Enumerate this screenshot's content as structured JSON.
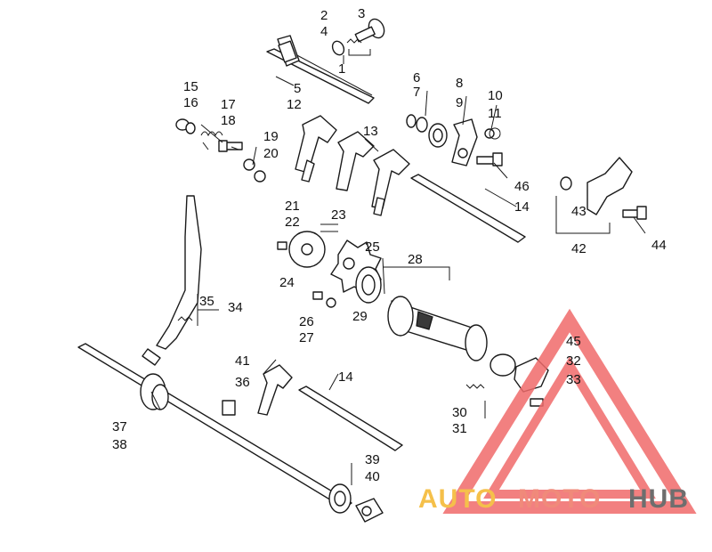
{
  "diagram": {
    "callouts": [
      {
        "id": "1",
        "label": "1"
      },
      {
        "id": "2",
        "label": "2"
      },
      {
        "id": "3",
        "label": "3"
      },
      {
        "id": "4",
        "label": "4"
      },
      {
        "id": "5",
        "label": "5"
      },
      {
        "id": "6",
        "label": "6"
      },
      {
        "id": "7",
        "label": "7"
      },
      {
        "id": "8",
        "label": "8"
      },
      {
        "id": "9",
        "label": "9"
      },
      {
        "id": "10",
        "label": "10"
      },
      {
        "id": "11",
        "label": "11"
      },
      {
        "id": "12",
        "label": "12"
      },
      {
        "id": "13",
        "label": "13"
      },
      {
        "id": "14a",
        "label": "14"
      },
      {
        "id": "14b",
        "label": "14"
      },
      {
        "id": "15",
        "label": "15"
      },
      {
        "id": "16",
        "label": "16"
      },
      {
        "id": "17",
        "label": "17"
      },
      {
        "id": "18",
        "label": "18"
      },
      {
        "id": "19",
        "label": "19"
      },
      {
        "id": "20",
        "label": "20"
      },
      {
        "id": "21",
        "label": "21"
      },
      {
        "id": "22",
        "label": "22"
      },
      {
        "id": "23",
        "label": "23"
      },
      {
        "id": "24",
        "label": "24"
      },
      {
        "id": "25",
        "label": "25"
      },
      {
        "id": "26",
        "label": "26"
      },
      {
        "id": "27",
        "label": "27"
      },
      {
        "id": "28",
        "label": "28"
      },
      {
        "id": "29",
        "label": "29"
      },
      {
        "id": "30",
        "label": "30"
      },
      {
        "id": "31",
        "label": "31"
      },
      {
        "id": "32",
        "label": "32"
      },
      {
        "id": "33",
        "label": "33"
      },
      {
        "id": "34",
        "label": "34"
      },
      {
        "id": "35",
        "label": "35"
      },
      {
        "id": "36",
        "label": "36"
      },
      {
        "id": "37",
        "label": "37"
      },
      {
        "id": "38",
        "label": "38"
      },
      {
        "id": "39",
        "label": "39"
      },
      {
        "id": "40",
        "label": "40"
      },
      {
        "id": "41",
        "label": "41"
      },
      {
        "id": "42",
        "label": "42"
      },
      {
        "id": "43",
        "label": "43"
      },
      {
        "id": "44",
        "label": "44"
      },
      {
        "id": "45",
        "label": "45"
      },
      {
        "id": "46",
        "label": "46"
      }
    ]
  },
  "watermark": {
    "part_auto": "AUTO",
    "part_moto": "MOTO",
    "part_hub": "HUB",
    "colors": {
      "auto": "#f5c04a",
      "moto": "#f08a7a",
      "hub": "#6e6e6e",
      "triangle": "#f06a6a"
    }
  }
}
